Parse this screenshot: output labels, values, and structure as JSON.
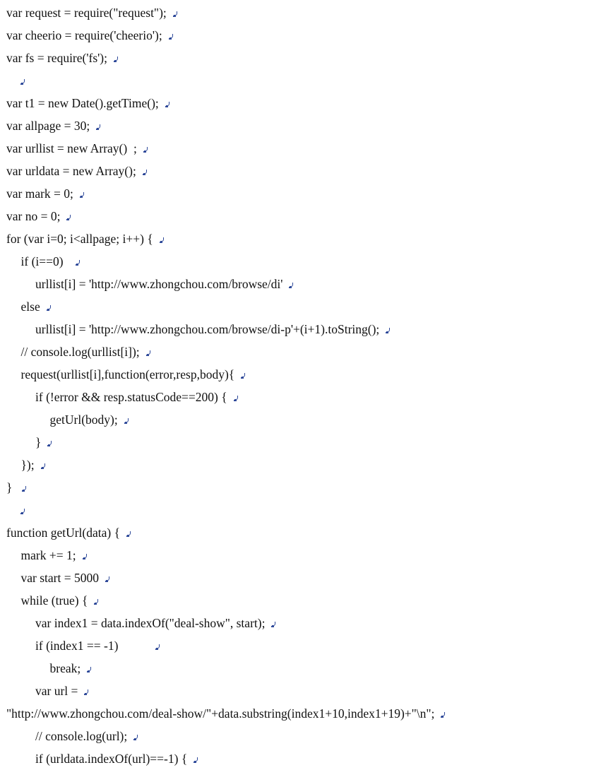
{
  "lines": [
    {
      "text": "var request = require(\"request\");"
    },
    {
      "text": "var cheerio = require('cheerio');"
    },
    {
      "text": "var fs = require('fs');"
    },
    {
      "text": ""
    },
    {
      "text": "var t1 = new Date().getTime();"
    },
    {
      "text": "var allpage = 30;"
    },
    {
      "text": "var urllist = new Array()  ;"
    },
    {
      "text": "var urldata = new Array();"
    },
    {
      "text": "var mark = 0;"
    },
    {
      "text": "var no = 0;"
    },
    {
      "text": "for (var i=0; i<allpage; i++) {"
    },
    {
      "text": "  if (i==0)  "
    },
    {
      "text": "    urllist[i] = 'http://www.zhongchou.com/browse/di'"
    },
    {
      "text": "  else"
    },
    {
      "text": "    urllist[i] = 'http://www.zhongchou.com/browse/di-p'+(i+1).toString();"
    },
    {
      "text": "  // console.log(urllist[i]);"
    },
    {
      "text": "  request(urllist[i],function(error,resp,body){"
    },
    {
      "text": "    if (!error && resp.statusCode==200) {"
    },
    {
      "text": "      getUrl(body);"
    },
    {
      "text": "    }"
    },
    {
      "text": "  });"
    },
    {
      "text": "} "
    },
    {
      "text": ""
    },
    {
      "text": "function getUrl(data) {"
    },
    {
      "text": "  mark += 1;"
    },
    {
      "text": "  var start = 5000"
    },
    {
      "text": "  while (true) {"
    },
    {
      "text": "    var index1 = data.indexOf(\"deal-show\", start);"
    },
    {
      "text": "    if (index1 == -1)          "
    },
    {
      "text": "      break;"
    },
    {
      "text": "    var url ="
    },
    {
      "text": "\"http://www.zhongchou.com/deal-show/\"+data.substring(index1+10,index1+19)+\"\\n\";"
    },
    {
      "text": "    // console.log(url);"
    },
    {
      "text": "    if (urldata.indexOf(url)==-1) {"
    }
  ]
}
